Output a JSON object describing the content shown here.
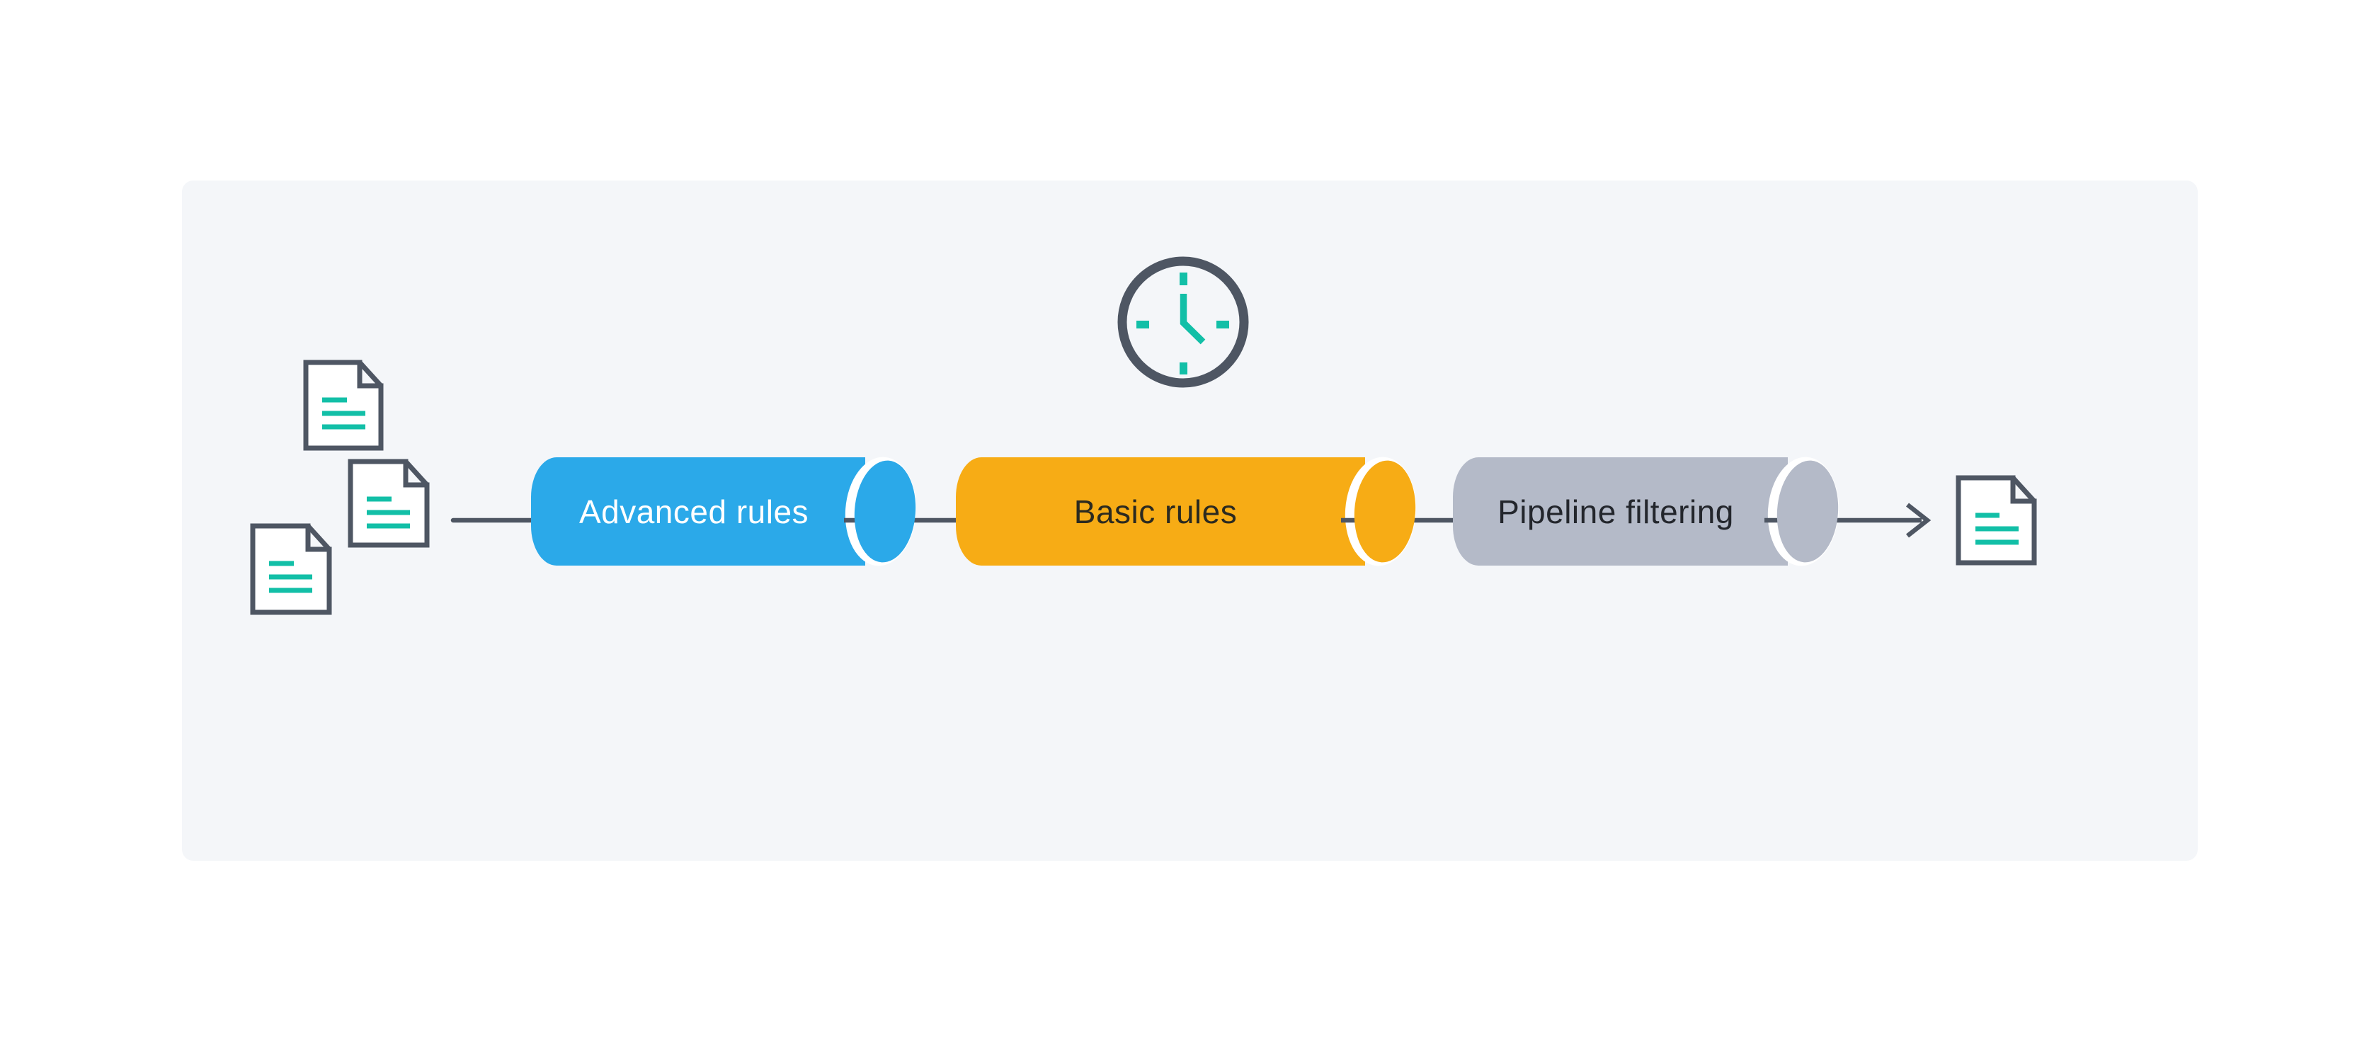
{
  "colors": {
    "page-bg": "#ffffff",
    "panel-bg": "#f4f6f9",
    "outline": "#4e5663",
    "teal": "#12bfa7",
    "blue": "#2ba9e9",
    "orange": "#f7ac15",
    "gray": "#b4bac8",
    "cap-ring": "#ffffff",
    "doc-fill": "#ffffff",
    "label-on-blue": "#ffffff",
    "label-on-orange": "#2b2a20",
    "label-on-gray": "#23262c"
  },
  "stages": [
    {
      "label": "Advanced rules"
    },
    {
      "label": "Basic rules"
    },
    {
      "label": "Pipeline filtering"
    }
  ],
  "icons": {
    "input_docs": [
      "document-icon",
      "document-icon",
      "document-icon"
    ],
    "timer": "clock-icon",
    "output_doc": "document-icon"
  }
}
